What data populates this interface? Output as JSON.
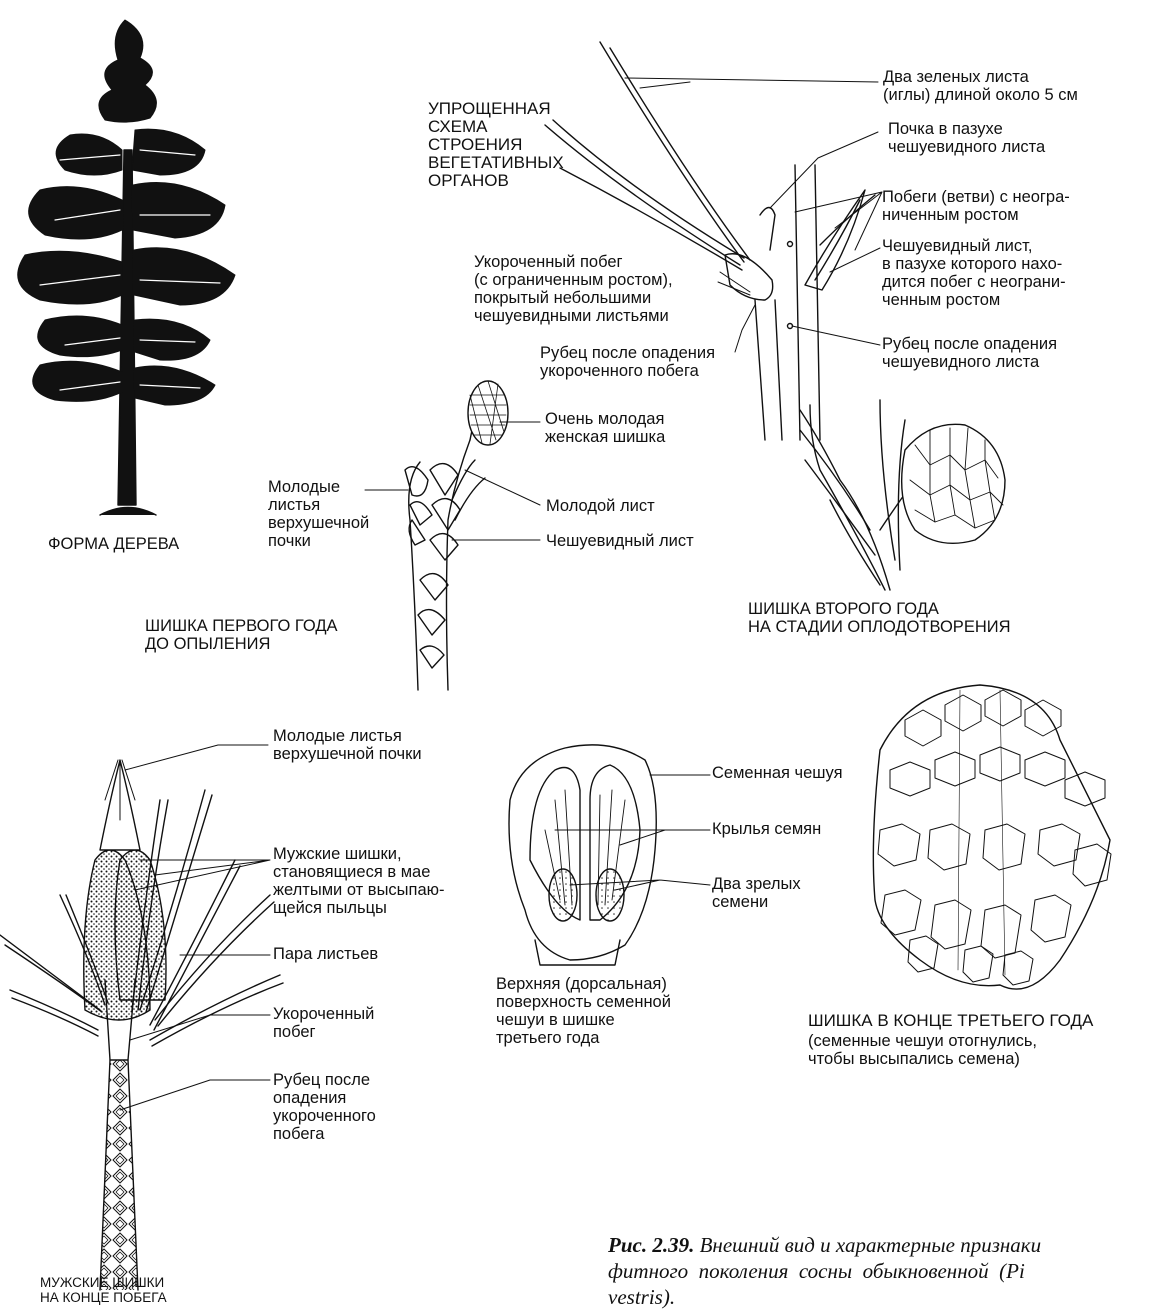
{
  "figure": {
    "tree": {
      "caption": "ФОРМА ДЕРЕВА"
    },
    "vegetative": {
      "title": "УПРОЩЕННАЯ\nСХЕМА\nСТРОЕНИЯ\nВЕГЕТАТИВНЫХ\nОРГАНОВ",
      "labels": {
        "needles": "Два зеленых листа\n(иглы) длиной около 5 см",
        "bud": "Почка в пазухе\nчешуевидного листа",
        "branches": "Побеги (ветви) с неогра-\nниченным ростом",
        "scale_leaf": "Чешуевидный лист,\nв пазухе которого нахо-\nдится побег с неограни-\nченным ростом",
        "scar_leaf": "Рубец после опадения\nчешуевидного листа",
        "short_shoot": "Укороченный побег\n(с ограниченным ростом),\nпокрытый небольшими\nчешуевидными листьями",
        "scar_shoot": "Рубец после опадения\nукороченного побега"
      }
    },
    "first_year": {
      "caption": "ШИШКА ПЕРВОГО ГОДА\nДО ОПЫЛЕНИЯ",
      "labels": {
        "young_cone": "Очень молодая\nженская шишка",
        "apical_leaves": "Молодые\nлистья\nверхушечной\nпочки",
        "young_leaf": "Молодой лист",
        "scale_leaf": "Чешуевидный лист"
      }
    },
    "second_year": {
      "caption": "ШИШКА ВТОРОГО ГОДА\nНА СТАДИИ ОПЛОДОТВОРЕНИЯ"
    },
    "male": {
      "caption": "МУЖСКИЕ ШИШКИ\nНА КОНЦЕ ПОБЕГА",
      "labels": {
        "apical_leaves": "Молодые листья\nверхушечной почки",
        "male_cones": "Мужские шишки,\nстановящиеся в мае\nжелтыми от высыпаю-\nщейся пыльцы",
        "leaf_pair": "Пара листьев",
        "short_shoot": "Укороченный\nпобег",
        "scar": "Рубец после\nопадения\nукороченного\nпобега"
      }
    },
    "seed_scale": {
      "caption": "Верхняя (дорсальная)\nповерхность семенной\nчешуи в шишке\nтретьего года",
      "labels": {
        "scale": "Семенная чешуя",
        "wings": "Крылья семян",
        "seeds": "Два зрелых\nсемени"
      }
    },
    "third_year": {
      "caption": "ШИШКА В КОНЦЕ ТРЕТЬЕГО ГОДА",
      "subcaption": "(семенные чешуи отогнулись,\nчтобы высыпались семена)"
    },
    "figure_caption": {
      "label": "Рис. 2.39.",
      "text": " Внешний вид и характерные признаки\nфитного  поколения  сосны  обыкновенной  (Pi\nvestris)."
    }
  }
}
